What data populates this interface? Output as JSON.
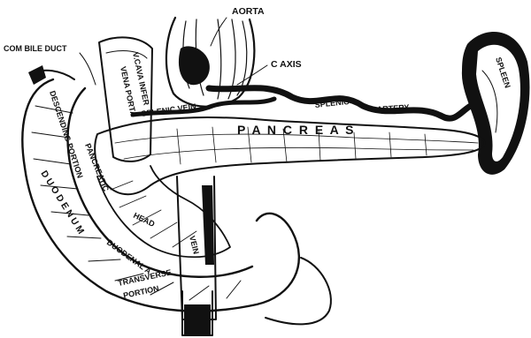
{
  "labels": {
    "aorta": "AORTA",
    "com_bile_duct": "COM BILE DUCT",
    "c_axis": "C AXIS",
    "v_cava_infer": "V.CAVA INFER",
    "vena_porta": "VENA PORTA",
    "splenic_vein": "SPLENIC VEIN",
    "splenic": "SPLENIC",
    "artery": "ARTERY",
    "spleen": "SPLEEN",
    "pancreas": "P A N C R E A S",
    "descending_portion": "DESCENDING PORTION",
    "pancreatic": "PANCREATIC",
    "duodenum": "D U O D E N U M",
    "head": "HEAD",
    "duodenal_a": "DUODENAL A",
    "sup_mes_vein": "VEIN",
    "transverse": "TRANSVERSE",
    "portion": "PORTION"
  },
  "colors": {
    "ink": "#111111",
    "paper": "#ffffff"
  }
}
